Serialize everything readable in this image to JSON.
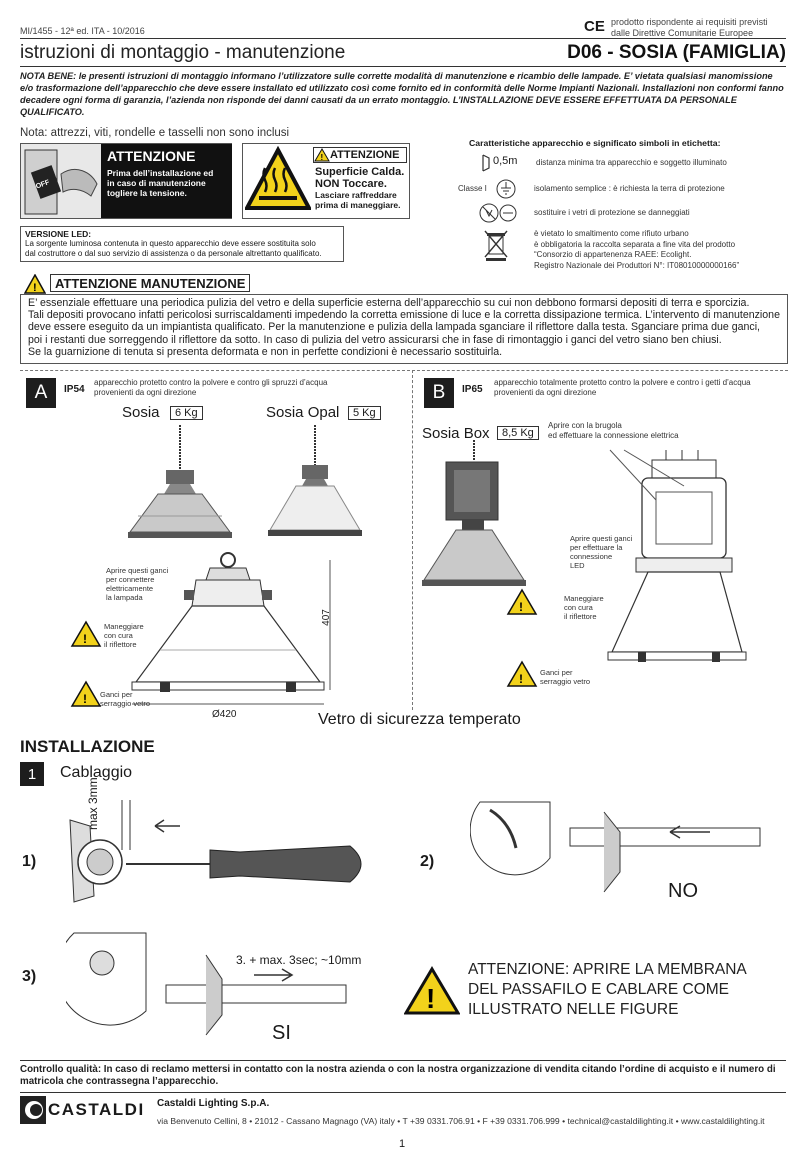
{
  "header": {
    "doc_code": "MI/1455 - 12ª ed. ITA - 10/2016",
    "ce_mark": "CE",
    "ce_text_1": "prodotto rispondente ai requisiti previsti",
    "ce_text_2": "dalle Direttive Comunitarie Europee",
    "title_left": "istruzioni di montaggio - manutenzione",
    "title_right": "D06 - SOSIA (FAMIGLIA)"
  },
  "nota_bene": "NOTA BENE: le presenti istruzioni di montaggio informano l’utilizzatore sulle corrette modalità di manutenzione e ricambio delle lampade. E’ vietata qualsiasi manomissione e/o trasformazione dell’apparecchio che deve essere installato ed utilizzato così come fornito ed in conformità delle Norme Impianti Nazionali. Installazioni non conformi fanno decadere ogni forma di garanzia, l’azienda non risponde dei danni causati da un errato montaggio. L’INSTALLAZIONE DEVE ESSERE EFFETTUATA DA PERSONALE QUALIFICATO.",
  "nota_tools": "Nota: attrezzi, viti, rondelle e tasselli non sono inclusi",
  "warning_power": {
    "title": "ATTENZIONE",
    "line1": "Prima dell’installazione ed",
    "line2": "in caso di manutenzione",
    "line3": "togliere la tensione.",
    "switch_label": "OFF"
  },
  "warning_heat": {
    "title": "ATTENZIONE",
    "line1": "Superficie Calda.",
    "line2": "NON Toccare.",
    "line3": "Lasciare raffreddare",
    "line4": "prima di maneggiare."
  },
  "led_version": {
    "title": "VERSIONE LED:",
    "line1": "La sorgente luminosa contenuta in questo apparecchio deve essere sostituita solo",
    "line2": "dal costruttore o dal suo servizio di assistenza o da personale altrettanto qualificato."
  },
  "symbols": {
    "title": "Caratteristiche apparecchio e significato simboli in etichetta:",
    "distance_value": "0,5m",
    "distance_text": "distanza minima tra apparecchio e soggetto illuminato",
    "class_label": "Classe I",
    "class_text": "isolamento semplice : è richiesta la terra di protezione",
    "glass_text": "sostituire i vetri di protezione se danneggiati",
    "weee_line1": "è vietato lo smaltimento come rifiuto urbano",
    "weee_line2": "è obbligatoria la raccolta separata a fine vita del prodotto",
    "weee_line3": "“Consorzio di appartenenza RAEE: Ecolight.",
    "weee_line4": "Registro Nazionale dei Produttori N°: IT08010000000166”"
  },
  "maintenance": {
    "title": "ATTENZIONE MANUTENZIONE",
    "line1": "E’ essenziale effettuare una periodica pulizia del vetro e della superficie esterna dell’apparecchio su cui non debbono formarsi depositi di terra e sporcizia.",
    "line2": "Tali depositi provocano infatti pericolosi surriscaldamenti impedendo la corretta emissione di luce e la corretta dissipazione termica. L’intervento di manutenzione",
    "line3": "deve essere eseguito da un impiantista qualificato. Per la manutenzione e pulizia della lampada sganciare il riflettore dalla testa. Sganciare prima due ganci,",
    "line4": "poi i restanti due sorreggendo il riflettore da sotto. In caso di pulizia del vetro assicurarsi che in fase di rimontaggio i ganci del vetro siano ben chiusi.",
    "line5": "Se la guarnizione di tenuta si presenta deformata e non in perfette condizioni è necessario sostituirla."
  },
  "section_a": {
    "letter": "A",
    "ip": "IP54",
    "ip_text_1": "apparecchio protetto contro la polvere e contro gli spruzzi d’acqua",
    "ip_text_2": "provenienti da ogni direzione",
    "model1": "Sosia",
    "weight1": "6 Kg",
    "model2": "Sosia Opal",
    "weight2": "5 Kg",
    "note_hooks_1": "Aprire questi ganci",
    "note_hooks_2": "per connettere",
    "note_hooks_3": "elettricamente",
    "note_hooks_4": "la lampada",
    "note_handle_1": "Maneggiare",
    "note_handle_2": "con cura",
    "note_handle_3": "il riflettore",
    "note_glass_1": "Ganci per",
    "note_glass_2": "serraggio vetro",
    "dim_height": "407",
    "dim_diameter": "Ø420"
  },
  "section_b": {
    "letter": "B",
    "ip": "IP65",
    "ip_text_1": "apparecchio totalmente protetto contro la polvere e contro i getti d’acqua",
    "ip_text_2": "provenienti da ogni direzione",
    "model": "Sosia Box",
    "weight": "8,5 Kg",
    "note_brugola_1": "Aprire con la brugola",
    "note_brugola_2": "ed effettuare la connessione elettrica",
    "note_led_1": "Aprire questi ganci",
    "note_led_2": "per effettuare la",
    "note_led_3": "connessione",
    "note_led_4": "LED",
    "note_handle_1": "Maneggiare",
    "note_handle_2": "con cura",
    "note_handle_3": "il riflettore",
    "note_glass_1": "Ganci per",
    "note_glass_2": "serraggio vetro"
  },
  "glass_caption": "Vetro di sicurezza temperato",
  "install": {
    "title": "INSTALLAZIONE",
    "step_number": "1",
    "step_title": "Cablaggio",
    "fig1": "1)",
    "fig1_dim": "max 3mm",
    "fig2": "2)",
    "fig2_label": "NO",
    "fig3": "3)",
    "fig3_dim": "3. + max. 3sec; ~10mm",
    "fig3_label": "SI",
    "warning_1": "ATTENZIONE: APRIRE LA MEMBRANA",
    "warning_2": "DEL PASSAFILO E CABLARE COME",
    "warning_3": "ILLUSTRATO NELLE FIGURE"
  },
  "quality": "Controllo qualità: In caso di reclamo mettersi in contatto con la nostra azienda o con la nostra organizzazione di vendita citando l’ordine di acquisto e il numero di matricola che contrassegna l’apparecchio.",
  "footer": {
    "logo": "CASTALDI",
    "company": "Castaldi Lighting S.p.A.",
    "address": "via Benvenuto Cellini, 8 • 21012 - Cassano Magnago (VA) italy • T +39 0331.706.91 • F +39 0331.706.999 • technical@castaldilighting.it • www.castaldilighting.it",
    "page": "1"
  },
  "colors": {
    "warning_yellow": "#f2d21b",
    "dark": "#111111"
  }
}
